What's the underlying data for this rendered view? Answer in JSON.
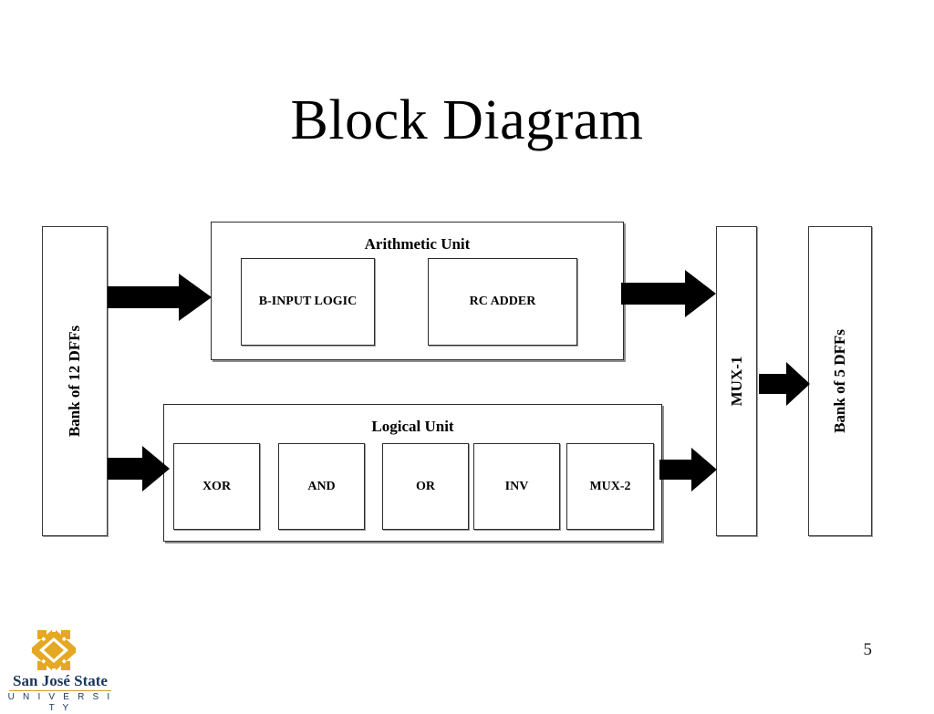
{
  "slide": {
    "title": "Block Diagram",
    "page_number": "5",
    "background_color": "#ffffff"
  },
  "diagram": {
    "input_register": {
      "label": "Bank of 12 DFFs"
    },
    "arithmetic_unit": {
      "title": "Arithmetic Unit",
      "blocks": [
        {
          "label": "B-INPUT  LOGIC"
        },
        {
          "label": "RC ADDER"
        }
      ]
    },
    "logical_unit": {
      "title": "Logical Unit",
      "blocks": [
        {
          "label": "XOR"
        },
        {
          "label": "AND"
        },
        {
          "label": "OR"
        },
        {
          "label": "INV"
        },
        {
          "label": "MUX-2"
        }
      ]
    },
    "mux1": {
      "label": "MUX-1"
    },
    "output_register": {
      "label": "Bank of 5 DFFs"
    },
    "arrows": [
      {
        "name": "arrow-dff12-to-arithmetic"
      },
      {
        "name": "arrow-dff12-to-logical"
      },
      {
        "name": "arrow-arithmetic-to-mux1"
      },
      {
        "name": "arrow-logical-to-mux1"
      },
      {
        "name": "arrow-mux1-to-dff5"
      }
    ],
    "colors": {
      "arrow_fill": "#000000",
      "box_border": "#2b2b2b",
      "box_fill": "#ffffff",
      "text": "#000000"
    }
  },
  "footer": {
    "logo": {
      "name": "San José State",
      "subtitle": "U N I V E R S I T Y",
      "mark_color": "#e5a823",
      "text_color": "#1b365d"
    }
  }
}
